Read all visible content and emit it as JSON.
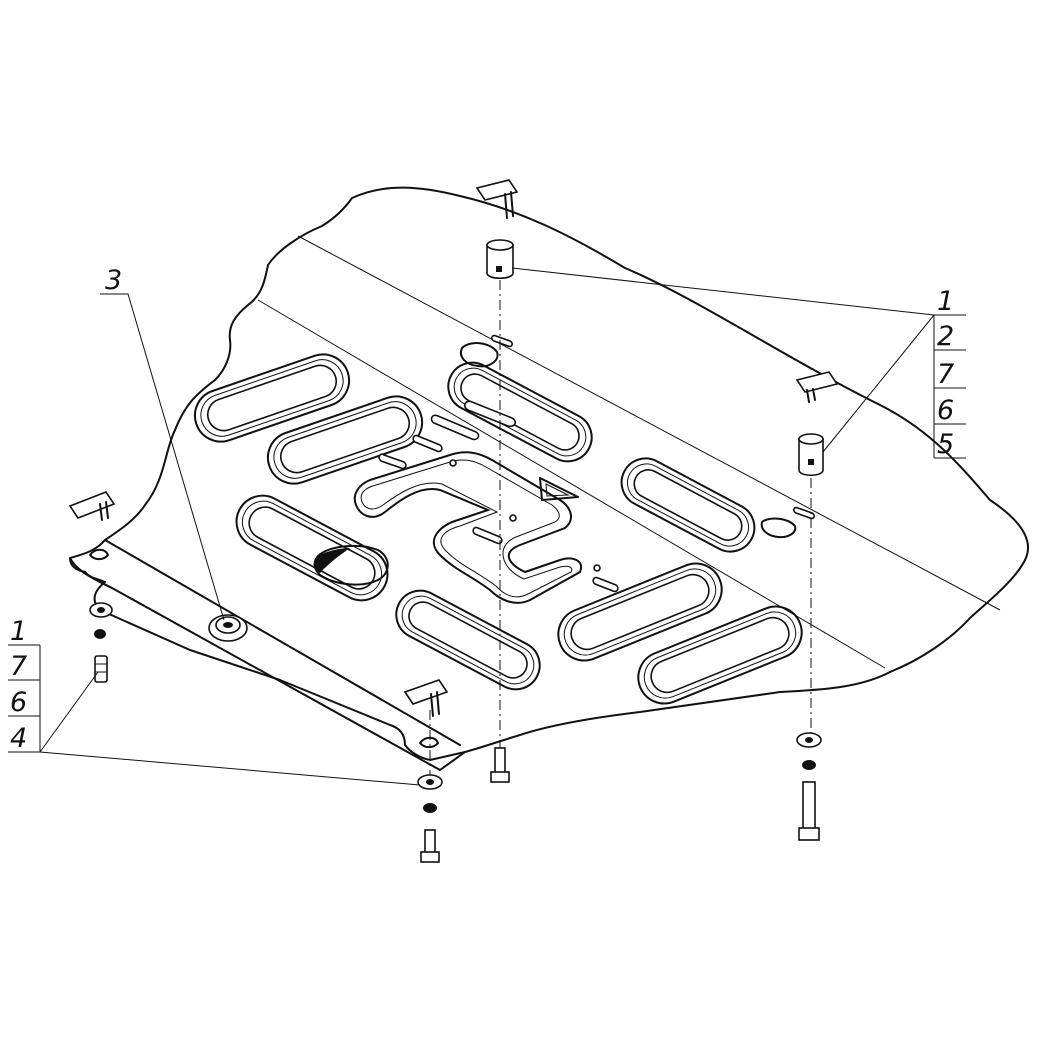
{
  "diagram": {
    "callouts": {
      "part_3": "3",
      "stack_right": [
        "1",
        "2",
        "7",
        "6",
        "5"
      ],
      "stack_left": [
        "1",
        "7",
        "6",
        "4"
      ]
    }
  }
}
